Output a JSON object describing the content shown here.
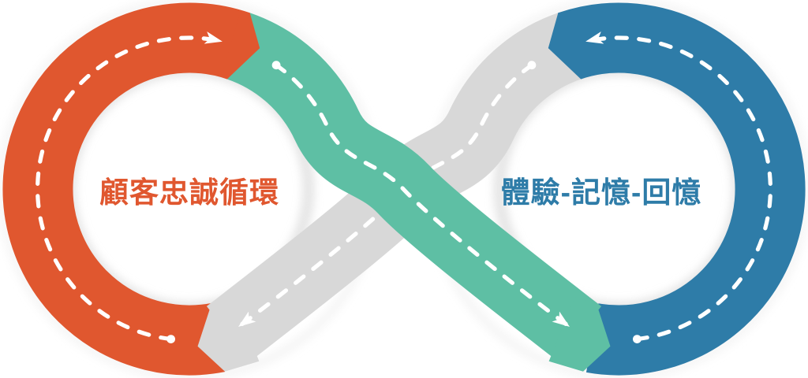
{
  "diagram": {
    "type": "infinity-loop",
    "left_loop": {
      "label": "顧客忠誠循環",
      "direction": "clockwise"
    },
    "right_loop": {
      "label": "體驗-記憶-回憶",
      "direction": "counter-clockwise"
    }
  },
  "colors": {
    "left_loop": "#E0572F",
    "right_loop": "#2E7CA8",
    "cross_band_top": "#5EBFA4",
    "cross_band_bottom": "#D8D8D8",
    "flow_line": "#FFFFFF",
    "background": "#FFFFFF",
    "inner_shadow": "#D9D9D9",
    "outer_halo": "#EBEBEB"
  }
}
